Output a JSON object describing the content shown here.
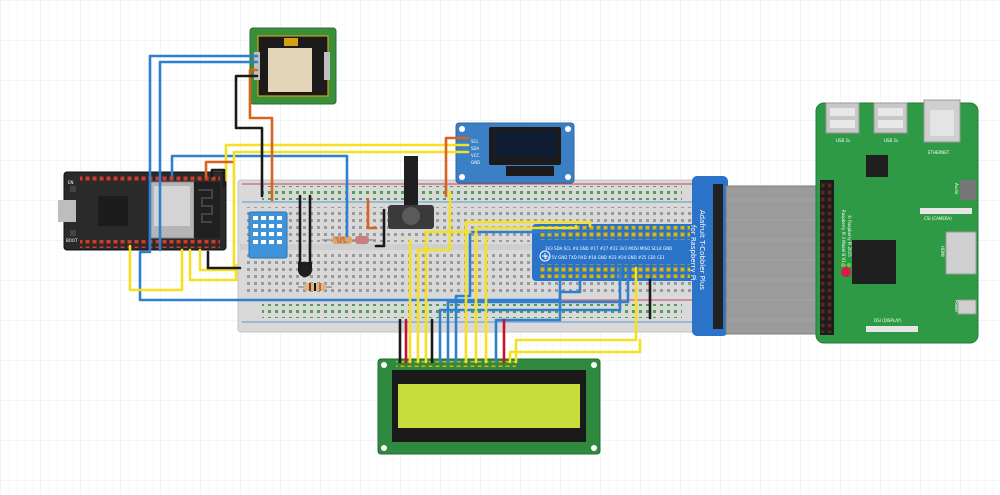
{
  "colors": {
    "background": "#ffffff",
    "grid": "#e3e9f3",
    "wire_blue": "#2f7fd0",
    "wire_yellow": "#f5e021",
    "wire_orange": "#d9641a",
    "wire_black": "#1a1a1a",
    "wire_red": "#c8102e",
    "breadboard": "#d8d8d8",
    "pi_green": "#2f9a45",
    "tcobbler_blue": "#2a73c8",
    "esp_board": "#2a2a2a",
    "gps_board": "#3a8f3a",
    "lcd_board": "#2f8a3f",
    "lcd_screen": "#c7dd3b",
    "oled_board": "#3b7fc4"
  },
  "components": {
    "esp32": {
      "icon": "esp32-devkit-icon",
      "labels": {
        "en": "EN",
        "boot": "BOOT"
      }
    },
    "gps": {
      "icon": "gps-module-icon"
    },
    "oled": {
      "icon": "oled-display-icon",
      "pins": [
        "SCL",
        "SDA",
        "VCC",
        "GND"
      ]
    },
    "dht": {
      "icon": "dht11-sensor-icon"
    },
    "potentiometer": {
      "icon": "potentiometer-icon"
    },
    "ldr": {
      "icon": "photoresistor-icon"
    },
    "lcd": {
      "icon": "lcd-16x2-icon"
    },
    "tcobbler": {
      "icon": "t-cobbler-icon",
      "label_line1": "Adafruit T-Cobbler Plus",
      "label_line2": "for Raspberry Pi"
    },
    "raspberry_pi": {
      "icon": "raspberry-pi-icon",
      "usb1": "USB 2x",
      "usb2": "USB 2x",
      "ethernet": "ETHERNET",
      "audio": "Audio",
      "csi": "CSI (CAMERA)",
      "hdmi": "HDMI",
      "dsi": "DSI (DISPLAY)",
      "power": "Power",
      "model_line1": "Raspberry Pi 3 Model B V1.2",
      "model_line2": "© Raspberry Pi 2015"
    }
  }
}
